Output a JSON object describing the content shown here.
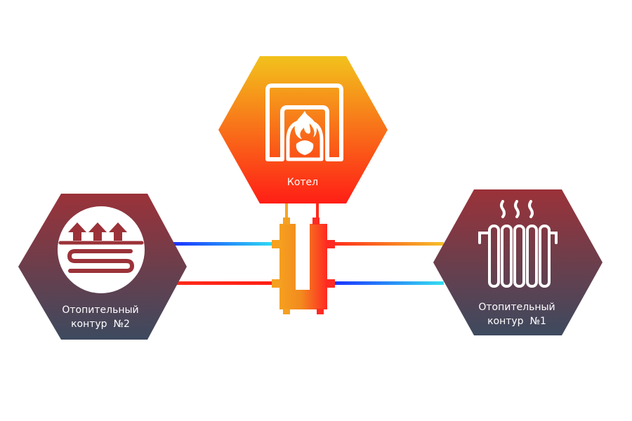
{
  "boiler": {
    "label": "Котел",
    "icon": "boiler-flame-icon"
  },
  "circuit_2": {
    "line1": "Отопительный",
    "line2": "контур  №2",
    "icon": "underfloor-heating-icon"
  },
  "circuit_1": {
    "line1": "Отопительный",
    "line2": "контур  №1",
    "icon": "radiator-icon"
  },
  "hydraulic_separator": {
    "icon": "hydraulic-separator-icon"
  },
  "colors": {
    "boiler_top": "#f2c21c",
    "boiler_bottom": "#ff1e16",
    "circuit_top": "#9b3239",
    "circuit_bottom": "#3d4a5f",
    "hot_pipe": "#ff2a1a",
    "warm_pipe": "#f5a623",
    "cold_pipe": "#1a3cff",
    "cool_pipe": "#2ad4f0"
  }
}
